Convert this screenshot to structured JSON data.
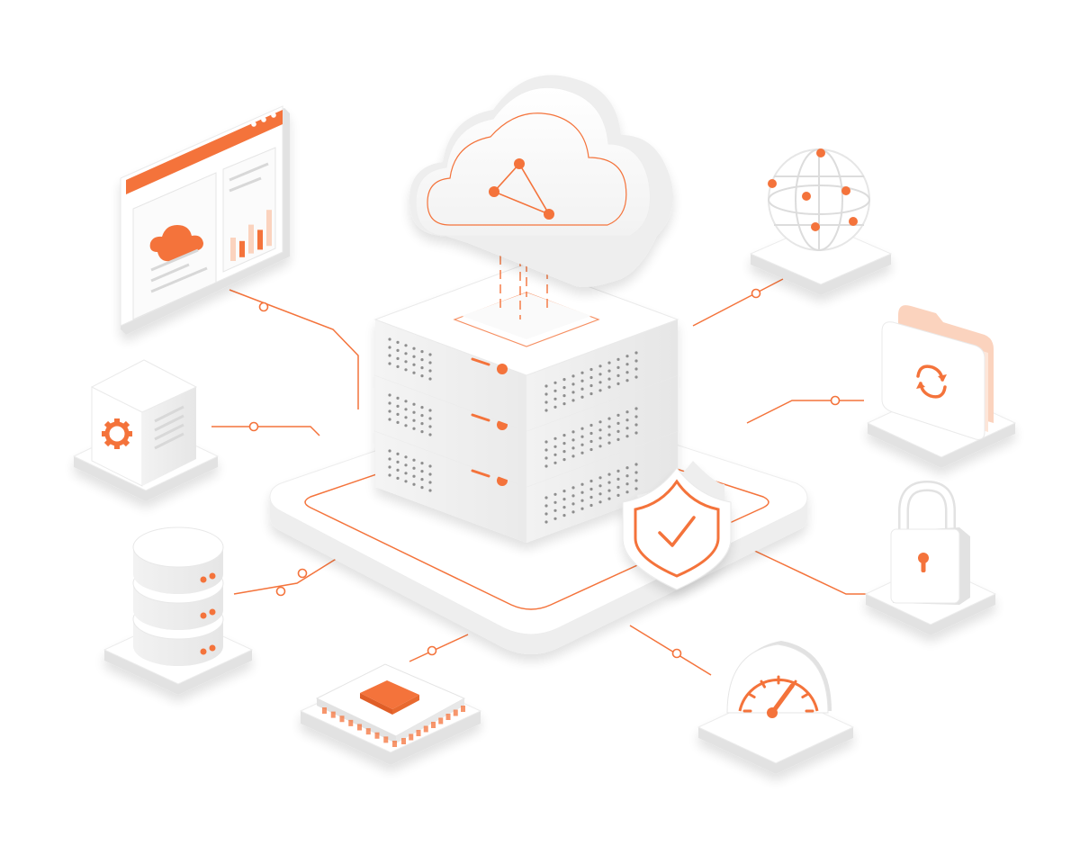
{
  "colors": {
    "accent": "#F4733B",
    "accent_light": "#FBD3BE",
    "surface": "#FFFFFF",
    "surface_shade": "#EEEEEE",
    "surface_dark": "#E2E2E2",
    "dot_grey": "#8E8E8E",
    "panel_grey": "#D8D8D8"
  },
  "scene": {
    "center": {
      "icon": "server-stack-icon",
      "units": 3
    },
    "cloud": {
      "icon": "cloud-network-icon",
      "nodes": 3
    },
    "shield": {
      "icon": "shield-check-icon"
    },
    "peripherals": [
      {
        "id": "dashboard",
        "icon": "browser-dashboard-icon"
      },
      {
        "id": "globe",
        "icon": "globe-network-icon"
      },
      {
        "id": "settings-box",
        "icon": "settings-box-icon"
      },
      {
        "id": "sync-folder",
        "icon": "folder-sync-icon"
      },
      {
        "id": "database",
        "icon": "database-icon"
      },
      {
        "id": "lock",
        "icon": "padlock-icon"
      },
      {
        "id": "chip",
        "icon": "cpu-chip-icon"
      },
      {
        "id": "gauge",
        "icon": "speed-gauge-icon"
      }
    ]
  }
}
